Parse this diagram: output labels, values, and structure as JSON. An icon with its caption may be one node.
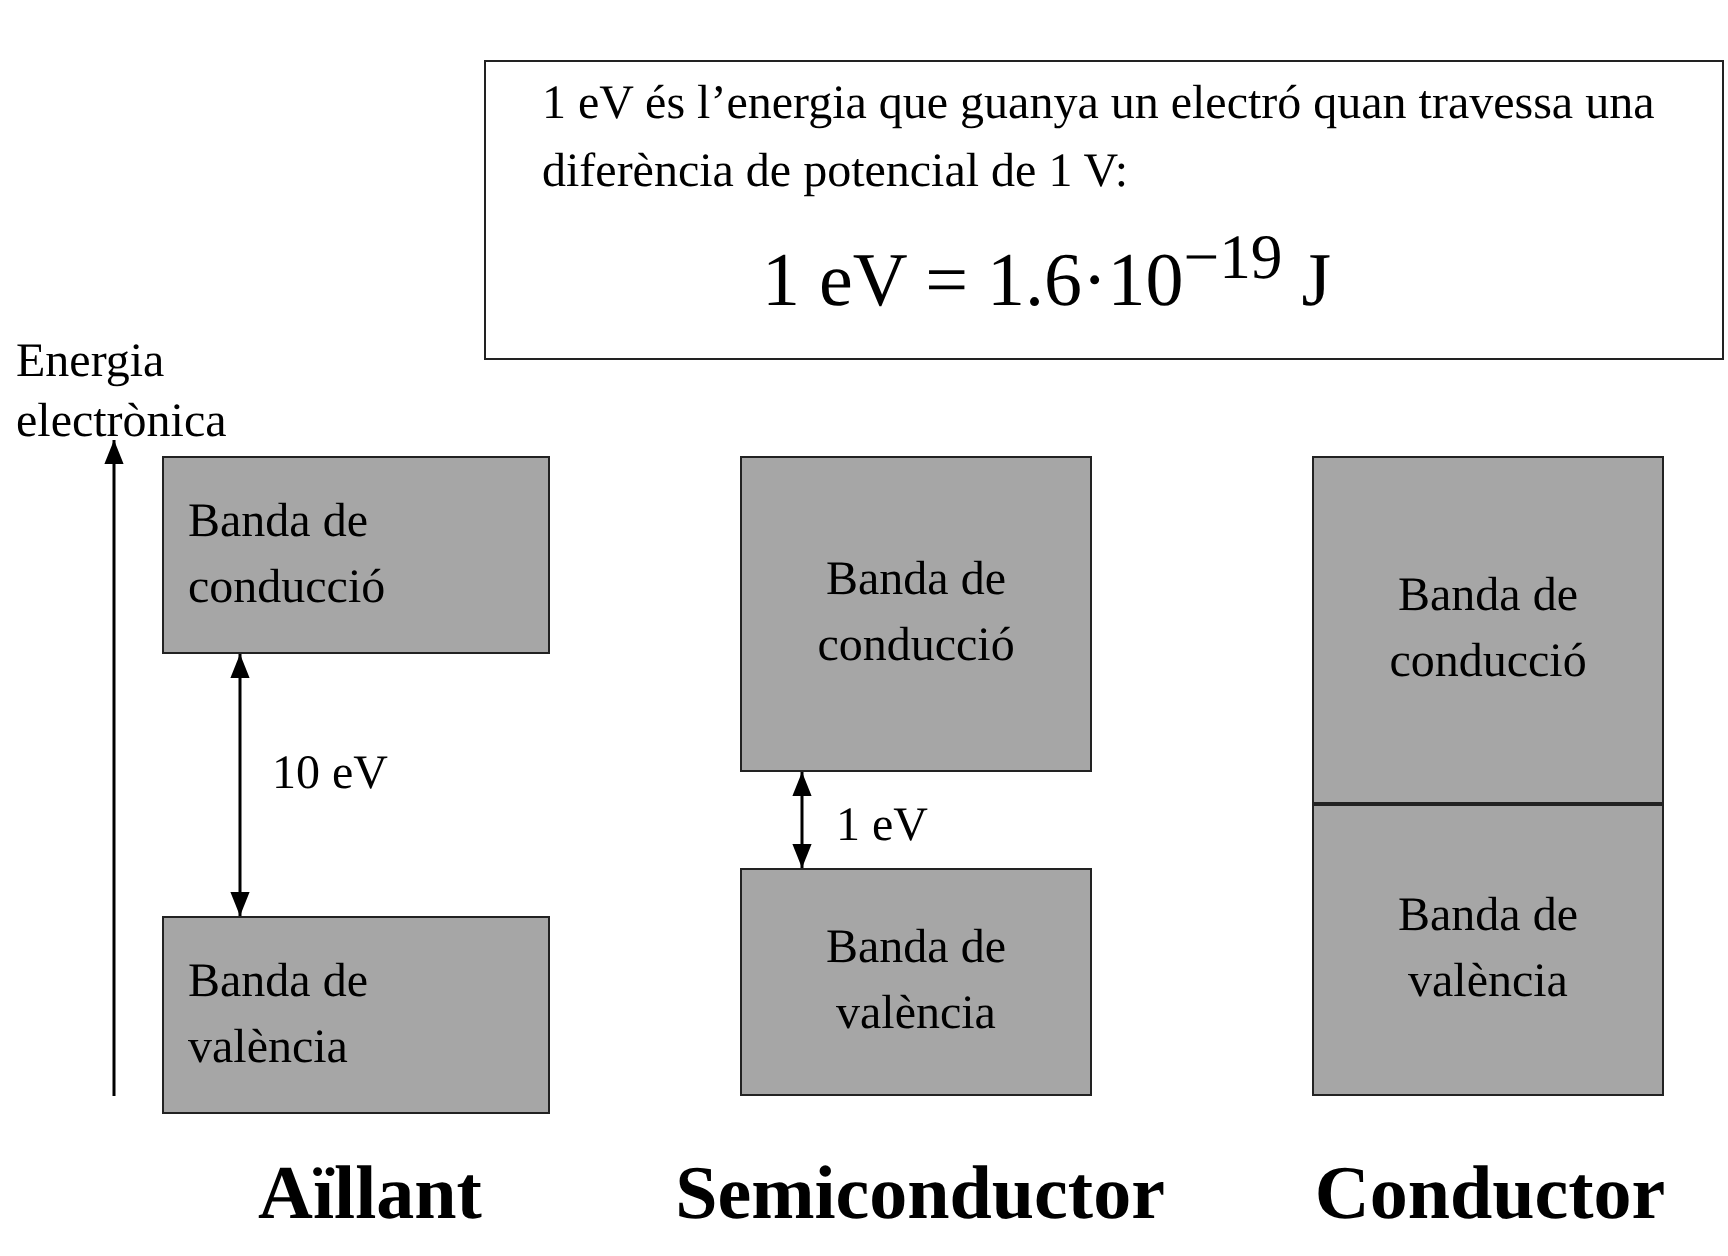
{
  "diagram": {
    "nodes": [
      {
        "text": [
          "1 eV és l’energia que guanya un electró quan travessa una diferència de potencial de 1 V:",
          "1 eV = 1.6·10$^{−19}$ J"
        ]
      },
      {
        "text": [
          "Banda de conducció"
        ]
      },
      {
        "text": [
          "Banda de valència"
        ]
      },
      {
        "text": [
          "Banda de conducció"
        ]
      },
      {
        "text": [
          "Banda de valència"
        ]
      },
      {
        "text": [
          "Banda de conducció"
        ]
      },
      {
        "text": [
          "Banda de valència"
        ]
      }
    ],
    "edges": [
      {
        "from": 1,
        "to": 2,
        "arrow": "both",
        "label": "10 eV"
      },
      {
        "from": 3,
        "to": 4,
        "arrow": "both",
        "label": "1 eV"
      }
    ],
    "labels": [
      "Energia electrònica",
      "Aïllant",
      "Semiconductor",
      "Conductor"
    ]
  }
}
